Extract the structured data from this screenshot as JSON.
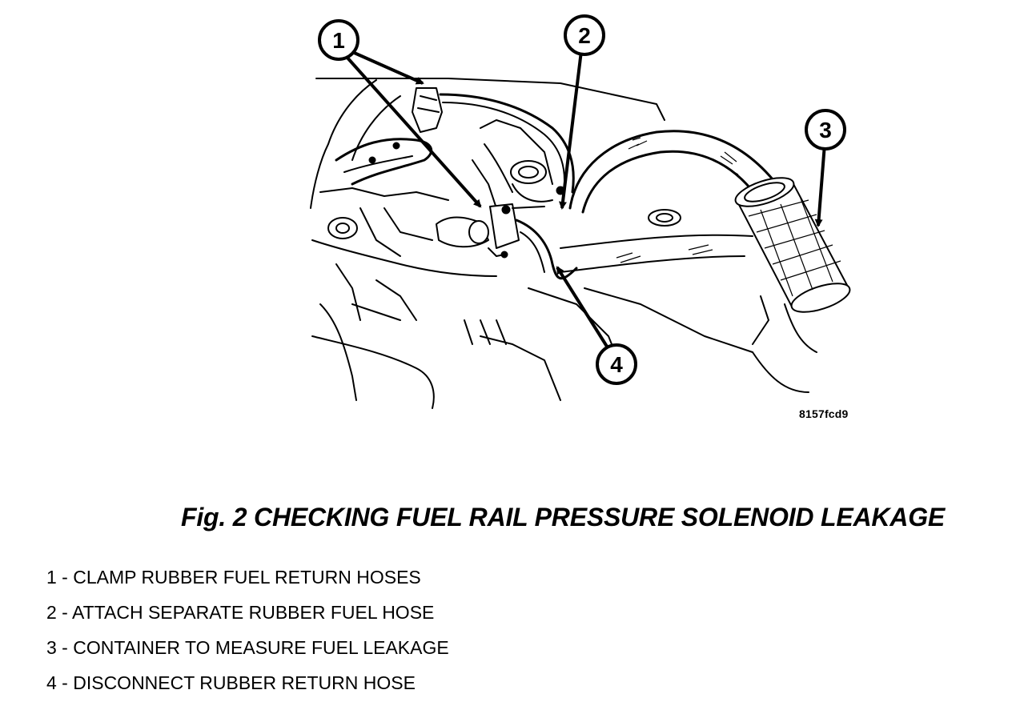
{
  "figure": {
    "reference_code": "8157fcd9",
    "title": "Fig. 2 CHECKING FUEL RAIL PRESSURE SOLENOID LEAKAGE"
  },
  "callouts": [
    {
      "number": "1"
    },
    {
      "number": "2"
    },
    {
      "number": "3"
    },
    {
      "number": "4"
    }
  ],
  "legend": [
    "1 - CLAMP RUBBER FUEL RETURN HOSES",
    "2 - ATTACH SEPARATE RUBBER FUEL HOSE",
    "3 - CONTAINER TO MEASURE FUEL LEAKAGE",
    "4 - DISCONNECT RUBBER RETURN HOSE"
  ]
}
